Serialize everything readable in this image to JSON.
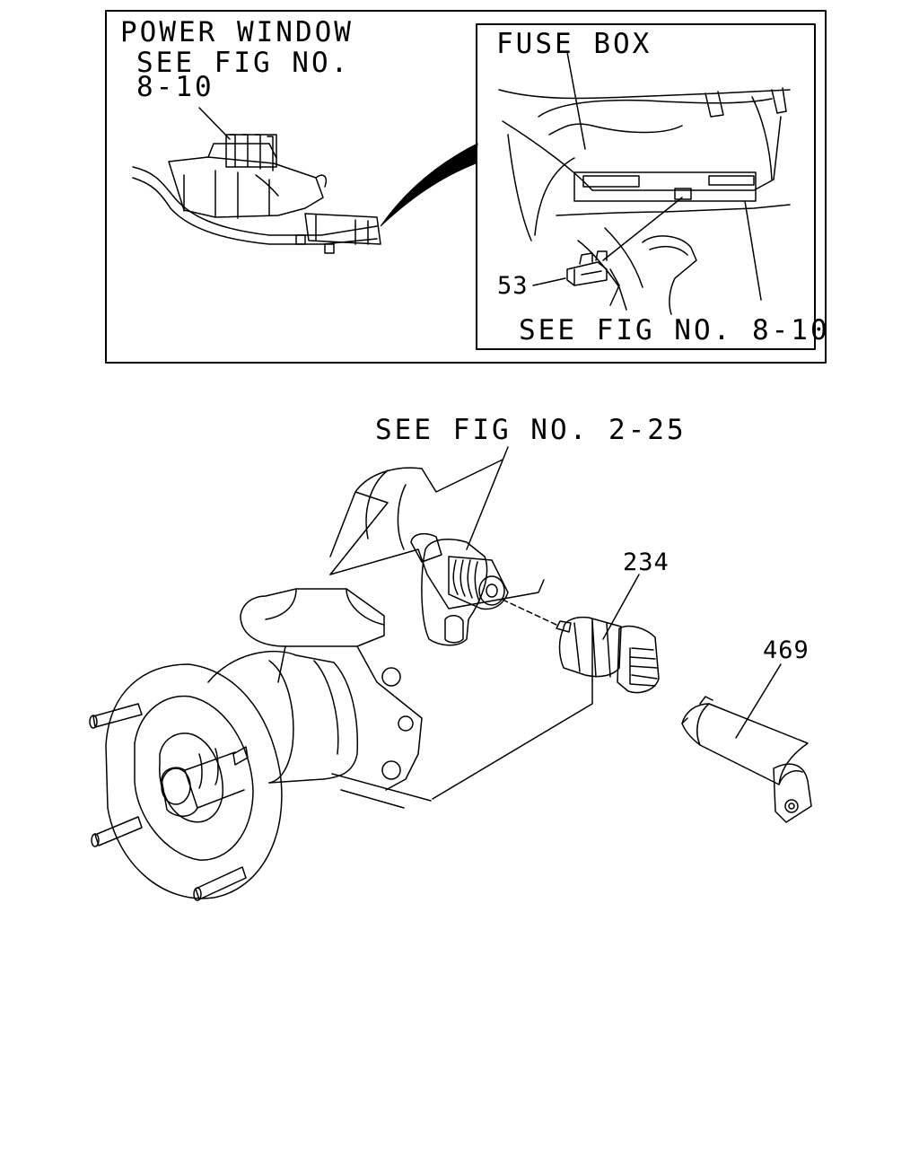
{
  "inset": {
    "power_window_title": "POWER WINDOW",
    "power_window_ref_line1": "SEE FIG NO.",
    "power_window_ref_line2": "8-10",
    "fuse_box_title": "FUSE BOX",
    "fuse_box_ref": "SEE FIG NO. 8-10",
    "callout_fuse": "53"
  },
  "main": {
    "top_ref": "SEE FIG NO. 2-25",
    "callout_switch": "234",
    "callout_cover": "469"
  }
}
